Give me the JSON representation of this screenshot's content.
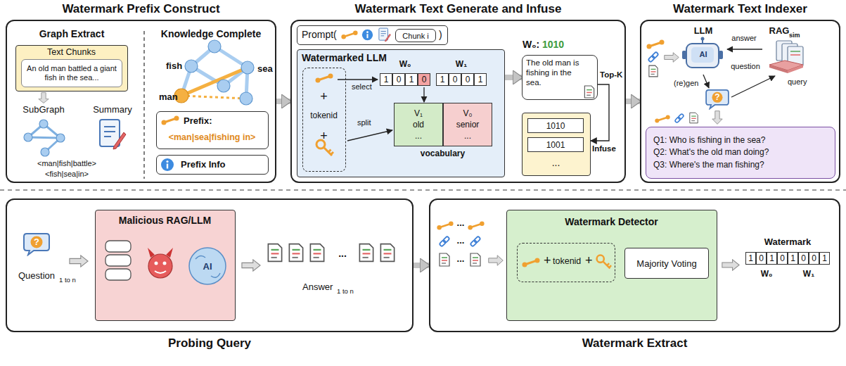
{
  "diagram": {
    "nodes": [
      {
        "text": [
          "Watermark Prefix Construct"
        ]
      },
      {
        "text": [
          "Text Chunks"
        ],
        "in": 0
      },
      {
        "text": [
          "An old man battled a giant fish in the sea..."
        ],
        "in": 1
      },
      {
        "text": [
          "Prefix:",
          "<man|sea|fishing in>"
        ],
        "in": 0
      },
      {
        "text": [
          "Prefix Info"
        ],
        "in": 0
      },
      {
        "text": [
          "Watermark Text Generate and Infuse"
        ]
      },
      {
        "text": [
          "Prompt(",
          ")"
        ],
        "in": 5
      },
      {
        "text": [
          "Chunk i"
        ],
        "in": 6
      },
      {
        "text": [
          "Watermarked LLM"
        ],
        "in": 5
      },
      {
        "text": [
          "+",
          "tokenid",
          "+"
        ],
        "in": 8
      },
      {
        "text": [
          "vocabulary"
        ],
        "in": 8
      },
      {
        "text": [
          "V₁",
          "old",
          "..."
        ],
        "in": 10
      },
      {
        "text": [
          "V₀",
          "senior",
          "..."
        ],
        "in": 10
      },
      {
        "text": [
          "W₀:",
          "1010",
          "The old man is fishing in the sea."
        ],
        "in": 5
      },
      {
        "text": [
          "..."
        ],
        "in": 5
      },
      {
        "text": [
          "1010"
        ],
        "in": 14
      },
      {
        "text": [
          "1001"
        ],
        "in": 14
      },
      {
        "text": [
          "Watermark Text Indexer"
        ]
      },
      {
        "text": [
          "Q1: Who is fishing in the sea?",
          "Q2: What's the old man doing?",
          "Q3: Where's the man fishing?"
        ],
        "in": 17
      },
      {
        "text": [
          "Probing Query"
        ]
      },
      {
        "text": [
          "Malicious RAG/LLM"
        ],
        "in": 19
      },
      {
        "text": [
          "Watermark Extract"
        ]
      },
      {
        "text": [
          "Watermark Detector"
        ],
        "in": 21
      },
      {
        "text": [
          "+",
          "tokenid",
          "+"
        ],
        "in": 22
      },
      {
        "text": [
          "Majority Voting"
        ],
        "in": 22
      }
    ],
    "edges": [
      {
        "from": 0,
        "to": 5,
        "arrow": "to"
      },
      {
        "from": 5,
        "to": 17,
        "arrow": "to"
      },
      {
        "from": 8,
        "to": 13,
        "arrow": "to"
      },
      {
        "from": 13,
        "to": 14,
        "arrow": "to"
      },
      {
        "from": 19,
        "to": 21,
        "arrow": "to"
      }
    ],
    "labels": [
      "Graph Extract",
      "Knowledge Complete",
      "SubGraph",
      "Summary",
      "<man|fish|battle>",
      "<fish|sea|in>",
      "fish",
      "sea",
      "man",
      "W₀",
      "W₁",
      "1",
      "0",
      "1",
      "0",
      "1",
      "0",
      "0",
      "1",
      "select",
      "split",
      "Top-K",
      "Infuse",
      "LLM",
      "RAG",
      "sim",
      "AI",
      "answer",
      "question",
      "query",
      "(re)gen",
      "?",
      "Question",
      "1 to n",
      "?",
      "AI",
      "Answer",
      "1 to n",
      "...",
      "...",
      "...",
      "...",
      "Watermark",
      "1",
      "0",
      "1",
      "0",
      "1",
      "0",
      "0",
      "1",
      "W₀",
      "W₁"
    ]
  }
}
